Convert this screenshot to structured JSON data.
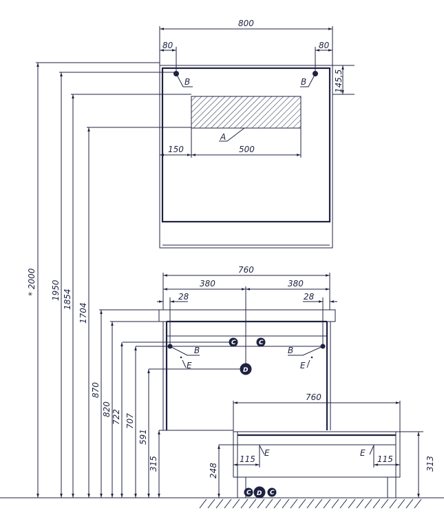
{
  "colors": {
    "ink": "#1e2240"
  },
  "mirror": {
    "width": "800",
    "offset_left": "80",
    "offset_right": "80",
    "mount_height": "145,5",
    "light_offset": "150",
    "light_width": "500",
    "label_a": "A",
    "label_b_left": "B",
    "label_b_right": "B"
  },
  "cabinet": {
    "width": "760",
    "half_left": "380",
    "half_right": "380",
    "edge_left": "28",
    "edge_right": "28",
    "label_b_left": "B",
    "label_b_right": "B",
    "label_e_left": "E",
    "label_e_right": "E",
    "label_c": "C",
    "label_d": "D"
  },
  "lower": {
    "width": "760",
    "edge_left": "115",
    "edge_right": "115",
    "label_e_left": "E",
    "label_e_right": "E",
    "height": "313"
  },
  "heights": {
    "h2000": "* 2000",
    "h1950": "1950",
    "h1854": "1854",
    "h1704": "1704",
    "h870": "870",
    "h820": "820",
    "h722": "722",
    "h707": "707",
    "h591": "591",
    "h315": "315",
    "h248": "248"
  }
}
